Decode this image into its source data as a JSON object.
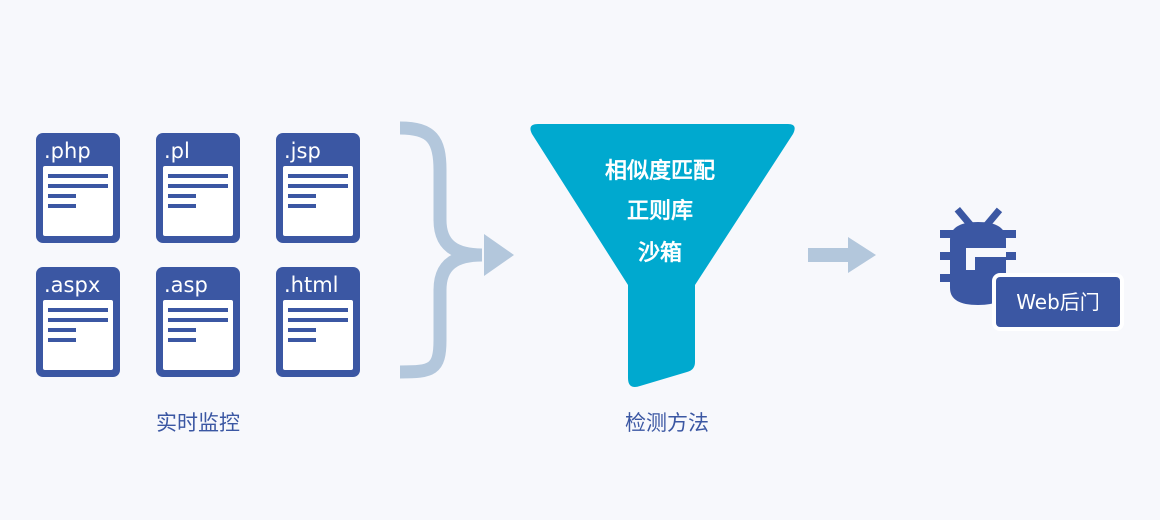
{
  "files": [
    {
      "ext": ".php"
    },
    {
      "ext": ".pl"
    },
    {
      "ext": ".jsp"
    },
    {
      "ext": ".aspx"
    },
    {
      "ext": ".asp"
    },
    {
      "ext": ".html"
    }
  ],
  "monitor_label": "实时监控",
  "funnel": {
    "lines": [
      "相似度匹配",
      "正则库",
      "沙箱"
    ]
  },
  "detection_label": "检测方法",
  "result": {
    "badge": "Web后门",
    "icon": "bug-icon"
  },
  "colors": {
    "primary": "#3b57a3",
    "funnel": "#00a9cf",
    "connector": "#b3c7dc",
    "background": "#f7f8fc"
  }
}
